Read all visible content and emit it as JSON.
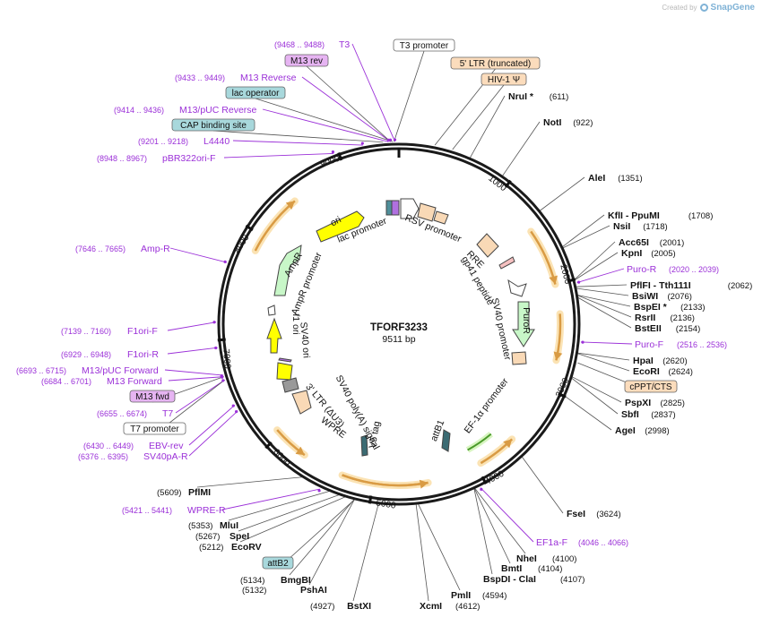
{
  "credit": {
    "prefix": "Created by",
    "brand": "SnapGene"
  },
  "plasmid": {
    "name": "TFORF3233",
    "size": "9511 bp",
    "length": 9511
  },
  "colors": {
    "ring": "#1a1a1a",
    "enzyme_line": "#555555",
    "primer": "#9b30d8",
    "feature_orange": "#d99b44",
    "feature_halo": "#fbe3b4",
    "promoter": "#ffffff",
    "ori": "#ffff00",
    "ampr": "#c8f7c8",
    "ltr": "#f9d9b6",
    "m13": "#e6b4f2",
    "misc": "#a8d8dc"
  },
  "ticks": [
    {
      "pos": 1000,
      "label": "1000"
    },
    {
      "pos": 2000,
      "label": "2000"
    },
    {
      "pos": 3000,
      "label": "3000"
    },
    {
      "pos": 4000,
      "label": "4000"
    },
    {
      "pos": 5000,
      "label": "5000"
    },
    {
      "pos": 6000,
      "label": "6000"
    },
    {
      "pos": 7000,
      "label": "7000"
    },
    {
      "pos": 8000,
      "label": "8000"
    },
    {
      "pos": 9000,
      "label": "9000"
    }
  ],
  "enzymes_right": [
    {
      "name": "NruI *",
      "coord": "(611)",
      "pos": 611
    },
    {
      "name": "NotI",
      "coord": "(922)",
      "pos": 922
    },
    {
      "name": "AleI",
      "coord": "(1351)",
      "pos": 1351
    },
    {
      "name": "KflI  - PpuMI",
      "coord": "(1708)",
      "pos": 1708
    },
    {
      "name": "NsiI",
      "coord": "(1718)",
      "pos": 1718
    },
    {
      "name": "Acc65I",
      "coord": "(2001)",
      "pos": 2001
    },
    {
      "name": "KpnI",
      "coord": "(2005)",
      "pos": 2005
    },
    {
      "name": "PflFI  - Tth111I",
      "coord": "(2062)",
      "pos": 2062
    },
    {
      "name": "BsiWI",
      "coord": "(2076)",
      "pos": 2076
    },
    {
      "name": "BspEI *",
      "coord": "(2133)",
      "pos": 2133
    },
    {
      "name": "RsrII",
      "coord": "(2136)",
      "pos": 2136
    },
    {
      "name": "BstEII",
      "coord": "(2154)",
      "pos": 2154
    },
    {
      "name": "HpaI",
      "coord": "(2620)",
      "pos": 2620
    },
    {
      "name": "EcoRI",
      "coord": "(2624)",
      "pos": 2624
    },
    {
      "name": "PspXI",
      "coord": "(2825)",
      "pos": 2825
    },
    {
      "name": "SbfI",
      "coord": "(2837)",
      "pos": 2837
    },
    {
      "name": "AgeI",
      "coord": "(2998)",
      "pos": 2998
    },
    {
      "name": "FseI",
      "coord": "(3624)",
      "pos": 3624
    }
  ],
  "enzymes_bottom": [
    {
      "name": "NheI",
      "coord": "(4100)",
      "pos": 4100
    },
    {
      "name": "BmtI",
      "coord": "(4104)",
      "pos": 4104
    },
    {
      "name": "BspDI  - ClaI",
      "coord": "(4107)",
      "pos": 4107
    },
    {
      "name": "PmlI",
      "coord": "(4594)",
      "pos": 4594
    },
    {
      "name": "XcmI",
      "coord": "(4612)",
      "pos": 4612
    },
    {
      "name": "BstXI",
      "coord": "(4927)",
      "pos": 4927
    },
    {
      "name": "PshAI",
      "coord": "(5132)",
      "pos": 5132
    },
    {
      "name": "BmgBI",
      "coord": "(5134)",
      "pos": 5134
    },
    {
      "name": "EcoRV",
      "coord": "(5212)",
      "pos": 5212
    },
    {
      "name": "SpeI",
      "coord": "(5267)",
      "pos": 5267
    },
    {
      "name": "MluI",
      "coord": "(5353)",
      "pos": 5353
    },
    {
      "name": "PflMI",
      "coord": "(5609)",
      "pos": 5609
    }
  ],
  "primers": [
    {
      "name": "T3",
      "coord": "(9468 .. 9488)",
      "pos": 9478
    },
    {
      "name": "M13 Reverse",
      "coord": "(9433 .. 9449)",
      "pos": 9441
    },
    {
      "name": "M13/pUC Reverse",
      "coord": "(9414 .. 9436)",
      "pos": 9425
    },
    {
      "name": "L4440",
      "coord": "(9201 .. 9218)",
      "pos": 9210
    },
    {
      "name": "pBR322ori-F",
      "coord": "(8948 .. 8967)",
      "pos": 8958
    },
    {
      "name": "Amp-R",
      "coord": "(7646 .. 7665)",
      "pos": 7655
    },
    {
      "name": "F1ori-F",
      "coord": "(7139 .. 7160)",
      "pos": 7150
    },
    {
      "name": "F1ori-R",
      "coord": "(6929 .. 6948)",
      "pos": 6938
    },
    {
      "name": "M13/pUC Forward",
      "coord": "(6693 .. 6715)",
      "pos": 6704
    },
    {
      "name": "M13 Forward",
      "coord": "(6684 .. 6701)",
      "pos": 6692
    },
    {
      "name": "T7",
      "coord": "(6655 .. 6674)",
      "pos": 6664
    },
    {
      "name": "EBV-rev",
      "coord": "(6430 .. 6449)",
      "pos": 6440
    },
    {
      "name": "SV40pA-R",
      "coord": "(6376 .. 6395)",
      "pos": 6386
    },
    {
      "name": "WPRE-R",
      "coord": "(5421 .. 5441)",
      "pos": 5431
    },
    {
      "name": "Puro-R",
      "coord": "(2020 .. 2039)",
      "pos": 2030
    },
    {
      "name": "Puro-F",
      "coord": "(2516 .. 2536)",
      "pos": 2526
    },
    {
      "name": "EF1a-F",
      "coord": "(4046 .. 4066)",
      "pos": 4056
    }
  ],
  "boxed_labels": [
    {
      "name": "T3 promoter",
      "kind": "promoter",
      "pos": 9470
    },
    {
      "name": "M13 rev",
      "kind": "m13",
      "pos": 9441
    },
    {
      "name": "lac operator",
      "kind": "misc",
      "pos": 9460
    },
    {
      "name": "CAP binding site",
      "kind": "misc",
      "pos": 9380
    },
    {
      "name": "5' LTR (truncated)",
      "kind": "ltr",
      "pos": 300
    },
    {
      "name": "HIV-1 Ψ",
      "kind": "ltr",
      "pos": 450
    },
    {
      "name": "cPPT/CTS",
      "kind": "ltr",
      "pos": 2700
    },
    {
      "name": "M13 fwd",
      "kind": "m13",
      "pos": 6692
    },
    {
      "name": "T7 promoter",
      "kind": "promoter",
      "pos": 6664
    },
    {
      "name": "attB2",
      "kind": "misc",
      "pos": 5140
    }
  ],
  "features": [
    {
      "name": "RSV promoter",
      "kind": "promoter"
    },
    {
      "name": "RRE",
      "kind": "ltr"
    },
    {
      "name": "gp41 peptide",
      "kind": "ltr"
    },
    {
      "name": "SV40 promoter",
      "kind": "promoter"
    },
    {
      "name": "PuroR",
      "kind": "ampr"
    },
    {
      "name": "EF-1α promoter",
      "kind": "promoter"
    },
    {
      "name": "attB1",
      "kind": "misc"
    },
    {
      "name": "V5 tag",
      "kind": "misc"
    },
    {
      "name": "SV40 poly(A) signal",
      "kind": "misc"
    },
    {
      "name": "3' LTR (ΔU3)",
      "kind": "ltr"
    },
    {
      "name": "WPRE",
      "kind": "promoter"
    },
    {
      "name": "SV40 ori",
      "kind": "ori"
    },
    {
      "name": "f1 ori",
      "kind": "ori"
    },
    {
      "name": "AmpR promoter",
      "kind": "promoter"
    },
    {
      "name": "AmpR",
      "kind": "ampr"
    },
    {
      "name": "lac promoter",
      "kind": "promoter"
    },
    {
      "name": "ori",
      "kind": "ori"
    }
  ]
}
